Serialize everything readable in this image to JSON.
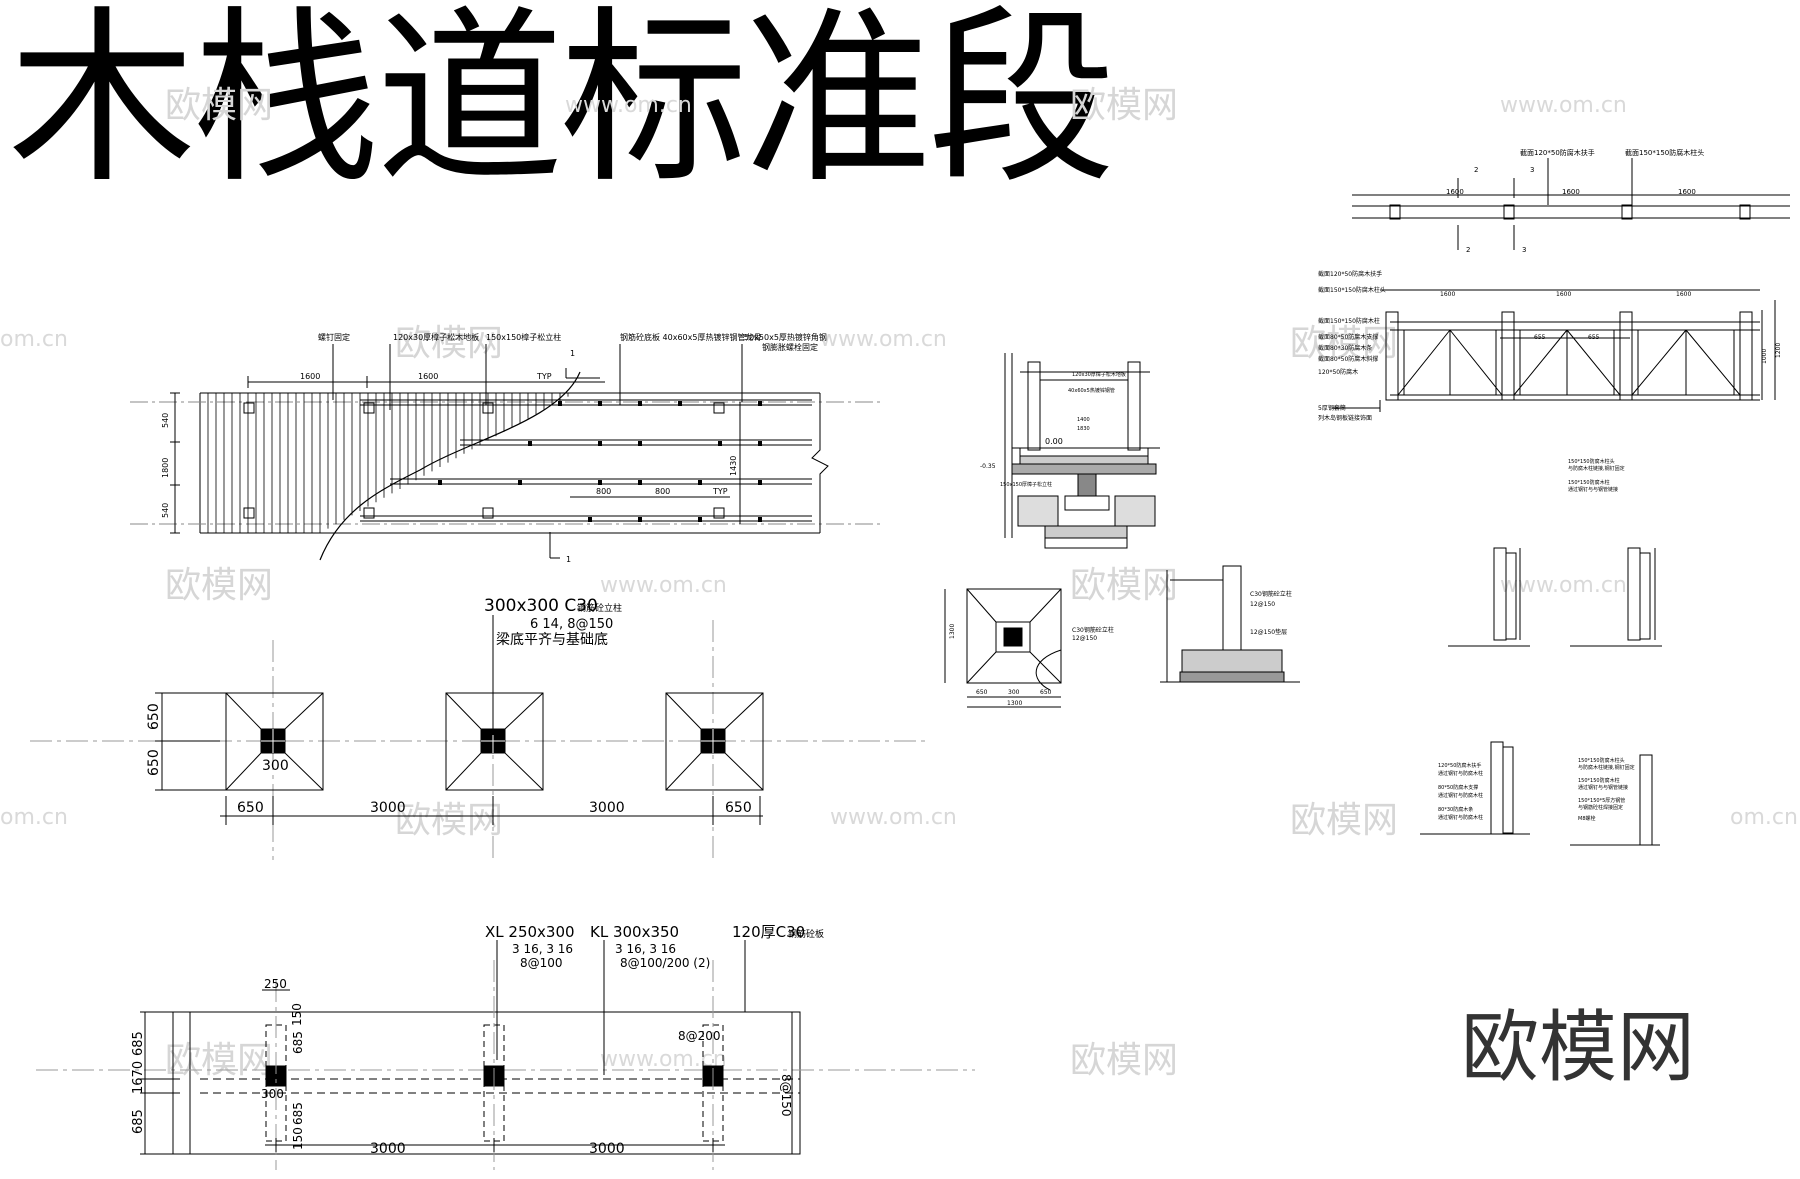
{
  "title": "木栈道标准段",
  "brand": "欧模网",
  "watermark": {
    "cn": "欧模网",
    "url": "www.om.cn",
    "partial": "om.cn"
  },
  "plan": {
    "labels": [
      "螺钉固定",
      "120x30厚樟子松木地板",
      "150x150樟子松立柱",
      "钢筋砼底板 40x60x5厚热镀锌钢管龙骨",
      "50x50x5厚热镀锌角钢",
      "钢膨胀螺栓固定"
    ],
    "dims_top": [
      "1600",
      "1600",
      "TYP"
    ],
    "dims_left": [
      "540",
      "1800",
      "540"
    ],
    "dims_right": "1430",
    "dims_inner": [
      "800",
      "800",
      "TYP"
    ],
    "section_marks": [
      "1",
      "1"
    ]
  },
  "footing": {
    "label_main": "300x300 C30",
    "label_main_suffix": "钢筋砼立柱",
    "rebar": "6  14,   8@150",
    "note": "梁底平齐与基础底",
    "dims_left": [
      "650",
      "650"
    ],
    "col": "300",
    "dims_bottom": [
      "650",
      "3000",
      "3000",
      "650"
    ]
  },
  "beam": {
    "xl": "XL 250x300",
    "xl_rebar": "3  16, 3  16",
    "xl_stirrup": "8@100",
    "kl": "KL 300x350",
    "kl_rebar": "3  16, 3  16",
    "kl_stirrup": "8@100/200 (2)",
    "slab": "120厚C30",
    "slab_suffix": "钢筋砼板",
    "slab_rebar": "8@200",
    "dim_250": "250",
    "dims_left": [
      "685",
      "1670",
      "685"
    ],
    "dims_inner": [
      "150",
      "685",
      "300",
      "685",
      "150"
    ],
    "dim_right": "8@150",
    "dims_bottom": [
      "3000",
      "3000"
    ]
  },
  "section": {
    "labels": [
      "120x30厚樟子松木地板",
      "40x60x5热镀锌钢管",
      "1400",
      "1830",
      "0.00",
      "-0.35",
      "150x150厚樟子松立柱"
    ],
    "footing_labels": [
      "C30钢筋砼立柱",
      "12@150"
    ],
    "footing_dims": [
      "1300",
      "650",
      "300",
      "650",
      "1300"
    ],
    "side_labels": [
      "C30钢筋砼立柱",
      "12@150",
      "12@150垫层"
    ]
  },
  "railing": {
    "top_labels": [
      "截面120*50防腐木扶手",
      "截面150*150防腐木柱头"
    ],
    "top_dims": [
      "1600",
      "1600",
      "1600"
    ],
    "marks": [
      "2",
      "3",
      "2",
      "3"
    ],
    "left_labels": [
      "截面120*50防腐木扶手",
      "截面150*150防腐木柱头",
      "截面150*150防腐木柱",
      "截面80*50防腐木支撑",
      "截面80*30防腐木条",
      "截面80*50防腐木斜撑",
      "120*50防腐木"
    ],
    "bottom_labels": [
      "5厚钢套筒",
      "列木岛钢板链接饰面"
    ],
    "elev_dims": [
      "1600",
      "1600",
      "1600"
    ],
    "inner_dims": [
      "655",
      "655"
    ],
    "right_dims": [
      "1000",
      "1200"
    ]
  },
  "details": {
    "top_note": [
      "150*150防腐木柱头",
      "与防腐木柱链接,钢钉固定",
      "150*150防腐木柱",
      "通过钢钉与与钢管链接"
    ],
    "bottom_note": [
      "150*150防腐木柱头",
      "与防腐木柱链接,钢钉固定",
      "150*150防腐木柱",
      "通过钢钉与与钢管链接",
      "150*150*5厚方钢管",
      "与钢筋砼柱焊接固定",
      "M8螺栓"
    ],
    "left_note": [
      "120*50防腐木扶手",
      "通过钢钉与防腐木柱",
      "80*50防腐木支撑",
      "通过钢钉与防腐木柱",
      "80*30防腐木条",
      "通过钢钉与防腐木柱"
    ]
  }
}
